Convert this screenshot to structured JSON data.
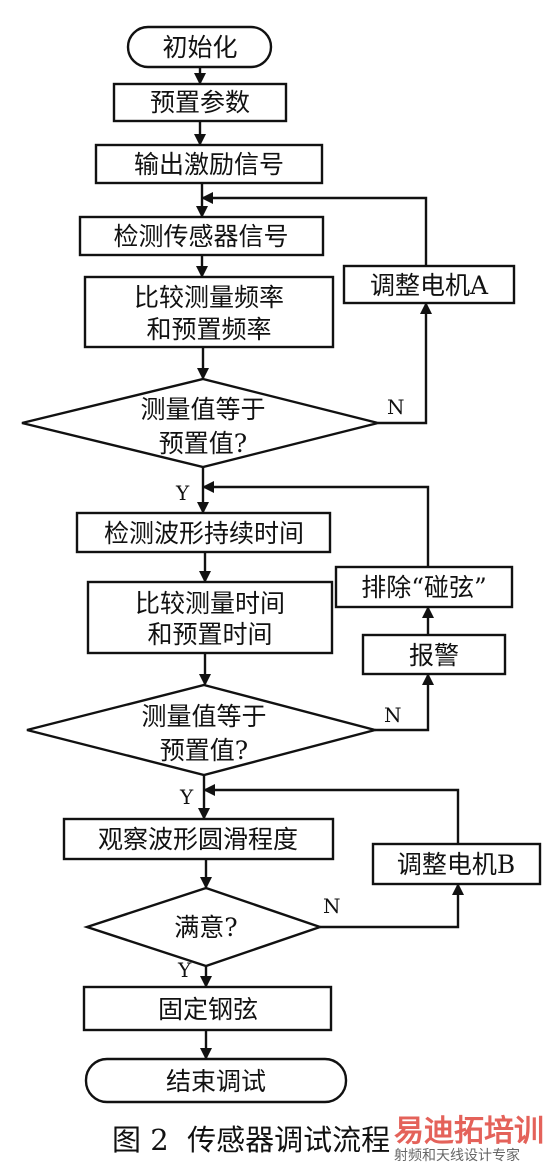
{
  "nodes": {
    "init": "初始化",
    "preset_params": "预置参数",
    "output_signal": "输出激励信号",
    "detect_sensor": "检测传感器信号",
    "compare_freq_1": "比较测量频率",
    "compare_freq_2": "和预置频率",
    "decision_freq_1": "测量值等于",
    "decision_freq_2": "预置值?",
    "adjust_motor_a": "调整电机A",
    "detect_duration": "检测波形持续时间",
    "compare_time_1": "比较测量时间",
    "compare_time_2": "和预置时间",
    "decision_time_1": "测量值等于",
    "decision_time_2": "预置值?",
    "alarm": "报警",
    "remove_chord": "排除“碰弦”",
    "observe_smooth": "观察波形圆滑程度",
    "decision_satisfied": "满意?",
    "adjust_motor_b": "调整电机B",
    "fix_string": "固定钢弦",
    "end": "结束调试"
  },
  "labels": {
    "no_1": "N",
    "yes_1": "Y",
    "no_2": "N",
    "yes_2": "Y",
    "no_3": "N",
    "yes_3": "Y"
  },
  "caption": "图 2  传感器调试流程",
  "watermark": {
    "main": "易迪拓培训",
    "sub": "射频和天线设计专家"
  }
}
